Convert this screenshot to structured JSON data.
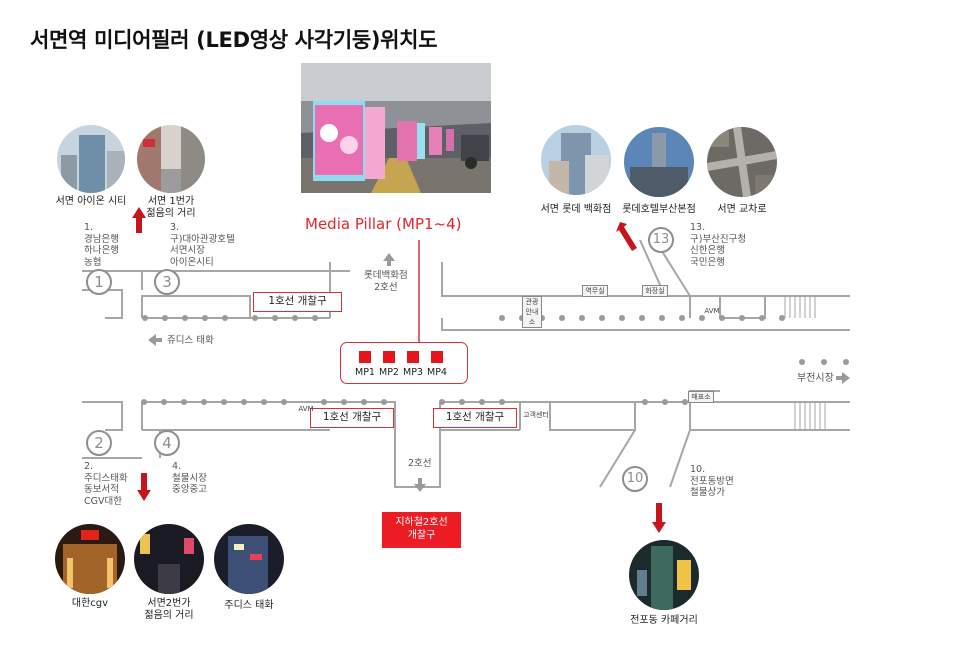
{
  "title": "서면역 미디어필러 (LED영상 사각기둥)위치도",
  "hero": {
    "caption": "Media Pillar (MP1~4)"
  },
  "media_pillars": [
    "MP1",
    "MP2",
    "MP3",
    "MP4"
  ],
  "exits": {
    "e1": "1",
    "e2": "2",
    "e3": "3",
    "e4": "4",
    "e10": "10",
    "e13": "13"
  },
  "exit_notes": {
    "e1": [
      "1.",
      "경남은행",
      "하나은행",
      "농협"
    ],
    "e3": [
      "3.",
      "구)대아관광호텔",
      "서면시장",
      "아이온시티"
    ],
    "e2": [
      "2.",
      "주디스태화",
      "동보서적",
      "CGV대한"
    ],
    "e4": [
      "4.",
      "철물시장",
      "중앙중고"
    ],
    "e10": [
      "10.",
      "전포동방면",
      "철물상가"
    ],
    "e13": [
      "13.",
      "구)부산진구청",
      "신한은행",
      "국민은행"
    ]
  },
  "gates": {
    "top": "1호선 개찰구",
    "mid_left": "1호선 개찰구",
    "mid_right": "1호선 개찰구"
  },
  "line2_exit": [
    "지하철2호선",
    "개찰구"
  ],
  "map_labels": {
    "lotte_dir": [
      "롯데백화점",
      "2호선"
    ],
    "judis_dir": "쥬디스 태화",
    "bujeon_dir": "부전시장",
    "line2_down": "2호선"
  },
  "signs": {
    "gwanri": [
      "관광",
      "안내소"
    ],
    "station_office": "역무실",
    "restroom": "화장실",
    "avm_top": "AVM",
    "avm_mid": "AVM",
    "ticket": "매표소",
    "customer": "고객센터"
  },
  "photos": {
    "ion_city": [
      "서면 아이온 시티"
    ],
    "street1": [
      "서면 1번가",
      "젊음의 거리"
    ],
    "lotte_dept": [
      "서면 롯데 백화점"
    ],
    "lotte_hotel": [
      "롯데호텔부산본점"
    ],
    "intersection": [
      "서면 교차로"
    ],
    "cgv": [
      "대한cgv"
    ],
    "street2": [
      "서면2번가",
      "젊음의 거리"
    ],
    "judis": [
      "주디스 태화"
    ],
    "jeonpo": [
      "전포동 카페거리"
    ]
  },
  "colors": {
    "accent_red": "#e0262c",
    "arrow_red": "#c4161c",
    "map_gray": "#9a9a9a"
  }
}
